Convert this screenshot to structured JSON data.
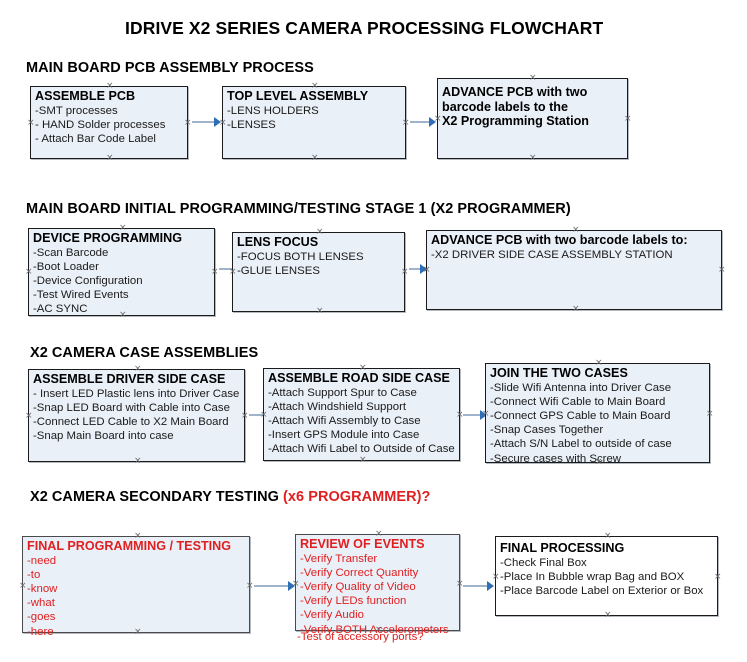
{
  "document": {
    "title": "IDRIVE X2  SERIES CAMERA PROCESSING FLOWCHART"
  },
  "sections": [
    {
      "id": "main-board-pcb-assembly",
      "heading": "MAIN BOARD PCB ASSEMBLY PROCESS",
      "heading_red": "",
      "boxes": [
        {
          "id": "assemble-pcb",
          "title": "ASSEMBLE PCB",
          "lines": [
            "-SMT processes",
            "- HAND Solder processes",
            "- Attach Bar Code Label"
          ],
          "color": "black"
        },
        {
          "id": "top-level-assembly",
          "title": "TOP LEVEL ASSEMBLY",
          "lines": [
            "-LENS HOLDERS",
            "-LENSES"
          ],
          "color": "black"
        },
        {
          "id": "advance-pcb-x2-programming-station",
          "title": "ADVANCE PCB with two",
          "lines": [
            "barcode labels to the",
            " X2 Programming Station"
          ],
          "color": "black"
        }
      ]
    },
    {
      "id": "main-board-initial-programming",
      "heading": "MAIN BOARD INITIAL PROGRAMMING/TESTING STAGE 1 (X2 PROGRAMMER)",
      "heading_red": "",
      "boxes": [
        {
          "id": "device-programming",
          "title": "DEVICE PROGRAMMING",
          "lines": [
            "-Scan Barcode",
            "-Boot Loader",
            "-Device Configuration",
            "-Test Wired Events",
            "-AC SYNC"
          ],
          "color": "black"
        },
        {
          "id": "lens-focus",
          "title": "LENS FOCUS",
          "lines": [
            "-FOCUS BOTH LENSES",
            "-GLUE LENSES"
          ],
          "color": "black"
        },
        {
          "id": "advance-pcb-driver-side-case",
          "title": "ADVANCE PCB with two barcode labels to:",
          "lines": [
            "-X2 DRIVER  SIDE  CASE  ASSEMBLY STATION"
          ],
          "color": "black"
        }
      ]
    },
    {
      "id": "x2-camera-case-assemblies",
      "heading": "X2 CAMERA CASE ASSEMBLIES",
      "heading_red": "",
      "boxes": [
        {
          "id": "assemble-driver-side-case",
          "title": "ASSEMBLE DRIVER SIDE CASE",
          "lines": [
            "- Insert LED Plastic lens into Driver Case",
            "-Snap LED Board with Cable into Case",
            "-Connect LED Cable to X2 Main Board",
            "-Snap Main Board into case"
          ],
          "color": "black"
        },
        {
          "id": "assemble-road-side-case",
          "title": "ASSEMBLE ROAD SIDE CASE",
          "lines": [
            "-Attach Support Spur to Case",
            "-Attach Windshield Support",
            "-Attach Wifi Assembly to Case",
            "-Insert GPS Module into Case",
            "-Attach Wifi Label to Outside of Case"
          ],
          "color": "black"
        },
        {
          "id": "join-the-two-cases",
          "title": "JOIN THE TWO CASES",
          "lines": [
            "-Slide Wifi Antenna into Driver Case",
            "-Connect Wifi Cable to Main Board",
            "-Connect GPS Cable to Main Board",
            "-Snap Cases Together",
            "-Attach S/N Label to outside of case",
            "-Secure cases with Screw"
          ],
          "color": "black"
        }
      ]
    },
    {
      "id": "x2-camera-secondary-testing",
      "heading": "X2 CAMERA SECONDARY TESTING ",
      "heading_red": "(x6 PROGRAMMER)?",
      "boxes": [
        {
          "id": "final-programming-testing",
          "title": "FINAL PROGRAMMING / TESTING",
          "lines": [
            "-need",
            "-to",
            "-know",
            "-what",
            "-goes",
            "-here"
          ],
          "color": "red"
        },
        {
          "id": "review-of-events",
          "title": "REVIEW OF EVENTS",
          "lines": [
            "-Verify Transfer",
            "-Verify Correct Quantity",
            "-Verify Quality of Video",
            "-Verify LEDs function",
            "-Verify Audio",
            "-Verify BOTH Accelerometers"
          ],
          "overflow_line": "-Test of accessory ports?",
          "color": "red"
        },
        {
          "id": "final-processing",
          "title": "FINAL PROCESSING",
          "lines": [
            " -Check Final Box",
            "-Place In Bubble wrap Bag and BOX",
            "-Place Barcode Label on Exterior or Box"
          ],
          "color": "black"
        }
      ]
    }
  ],
  "colors": {
    "box_fill": "#eaf0f8",
    "box_border": "#1b1b1b",
    "accent_red": "#e02020",
    "connector": "#9fb4cb",
    "arrow": "#2f6fb5",
    "text": "#000000"
  }
}
